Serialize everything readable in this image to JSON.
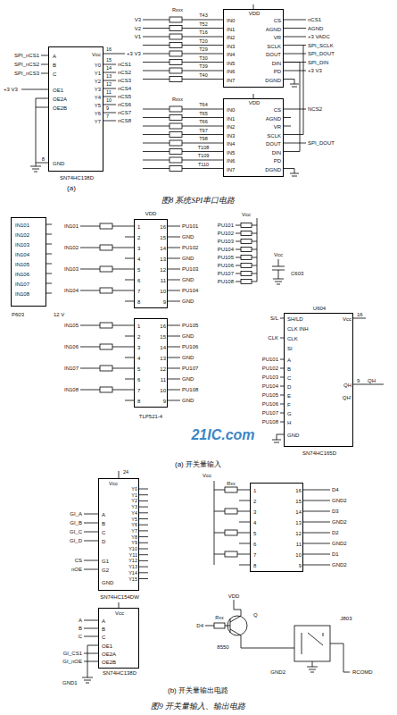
{
  "diagram": {
    "caption": "图8 系统SPI串口电路",
    "nodes": [
      {
        "text": [
          "SN74HC138D",
          "A",
          "B",
          "C",
          "OE1",
          "OE2A",
          "OE2B",
          "GND",
          "Vcc",
          "Y0",
          "Y1",
          "Y2",
          "Y3",
          "Y4",
          "Y5",
          "Y6",
          "Y7"
        ]
      },
      {
        "text": [
          "VDD",
          "IN0",
          "IN1",
          "IN2",
          "IN3",
          "IN4",
          "IN5",
          "IN6",
          "IN7",
          "CS",
          "AGND",
          "VR",
          "SCLK",
          "DOUT",
          "DIN",
          "PD",
          "DGND"
        ]
      },
      {
        "text": [
          "VDD",
          "IN0",
          "IN1",
          "IN2",
          "IN3",
          "IN4",
          "IN5",
          "IN6",
          "IN7",
          "CS",
          "AGND",
          "VR",
          "SCLK",
          "DOUT",
          "DIN",
          "PD",
          "DGND"
        ]
      },
      {
        "text": [
          "IN101",
          "IN102",
          "IN103",
          "IN104",
          "IN105",
          "IN106",
          "IN107",
          "IN108",
          "P603"
        ]
      },
      {
        "text": [
          "1",
          "2",
          "3",
          "4",
          "5",
          "6",
          "7",
          "8",
          "16",
          "15",
          "14",
          "13",
          "12",
          "11",
          "10",
          "9"
        ]
      },
      {
        "text": [
          "1",
          "2",
          "3",
          "4",
          "5",
          "6",
          "7",
          "8",
          "16",
          "15",
          "14",
          "13",
          "12",
          "11",
          "10",
          "9"
        ]
      },
      {
        "text": [
          "U604",
          "SH/LD",
          "CLK INH",
          "CLK",
          "SI",
          "A",
          "B",
          "C",
          "D",
          "E",
          "F",
          "G",
          "H",
          "GND",
          "Vcc",
          "QH",
          "QH'",
          "SN74HC165D"
        ]
      },
      {
        "text": [
          "Vcc",
          "A",
          "B",
          "C",
          "D",
          "G1",
          "G2",
          "Y0",
          "Y1",
          "Y2",
          "Y3",
          "Y4",
          "Y5",
          "Y6",
          "Y7",
          "Y8",
          "Y9",
          "Y10",
          "Y11",
          "Y12",
          "Y13",
          "Y14",
          "Y15",
          "GND",
          "SN74HC154DW"
        ]
      },
      {
        "text": [
          "Vcc",
          "A",
          "B",
          "C",
          "OE1",
          "OE2A",
          "OE2B",
          "SN74HC138D"
        ]
      },
      {
        "text": [
          "1",
          "2",
          "3",
          "4",
          "5",
          "6",
          "7",
          "8",
          "16",
          "15",
          "14",
          "13",
          "12",
          "11",
          "10",
          "9"
        ]
      }
    ],
    "edges": [
      {
        "from": 1,
        "to": 2,
        "arrow": "none"
      }
    ],
    "labels": [
      "SPI_nCS1",
      "SPI_nCS2",
      "SPI_nCS3",
      "+3 V3",
      "8",
      "16",
      "+3 V3",
      "15",
      "14",
      "13",
      "12",
      "11",
      "10",
      "9",
      "7",
      "nCS1",
      "nCS2",
      "nCS3",
      "nCS4",
      "nCS5",
      "nCS6",
      "nCS7",
      "nCS8",
      "(a)",
      "V3",
      "V2",
      "V1",
      "Rxxx",
      "T43",
      "T52",
      "T16",
      "T20",
      "T29",
      "T30",
      "T39",
      "T40",
      "nCS1",
      "AGND",
      "+3 VADC",
      "SPI_SCLK",
      "SPI_DOUT",
      "SPI_DIN",
      "+3 V3",
      "Rxxx",
      "T64",
      "T65",
      "T66",
      "T97",
      "T98",
      "T108",
      "T109",
      "T110",
      "NCS2",
      "SPI_DOUT",
      "IN101",
      "IN102",
      "IN103",
      "IN104",
      "VDD",
      "PU101",
      "GND",
      "PU102",
      "GND",
      "PU103",
      "GND",
      "PU104",
      "GND",
      "12 V",
      "IN105",
      "IN106",
      "IN107",
      "IN108",
      "PU105",
      "GND",
      "PU106",
      "GND",
      "PU107",
      "GND",
      "PU108",
      "GND",
      "TLP521-4",
      "PU101",
      "PU102",
      "PU103",
      "PU104",
      "PU105",
      "PU106",
      "PU107",
      "PU108",
      "Vcc",
      "Vcc",
      "C603",
      "S/L",
      "CLK",
      "PU101",
      "PU102",
      "PU103",
      "PU104",
      "PU105",
      "PU106",
      "PU107",
      "PU108",
      "16",
      "9",
      "QH",
      "(a) 开关量输入",
      "21IC.com",
      "GI_A",
      "GI_B",
      "GI_C",
      "GI_D",
      "CS",
      "nOE",
      "24",
      "A",
      "B",
      "C",
      "GI_CS1",
      "GI_nOE",
      "GND1",
      "Vcc",
      "Rxx",
      "D4",
      "GND2",
      "D3",
      "GND2",
      "D2",
      "GND2",
      "D1",
      "GND2",
      "VDD",
      "Q",
      "Rxx",
      "D4",
      "8550",
      "GND2",
      "J803",
      "RCOMD",
      "(b) 开关量输出电路",
      "图9 开关量输入、输出电路"
    ]
  }
}
